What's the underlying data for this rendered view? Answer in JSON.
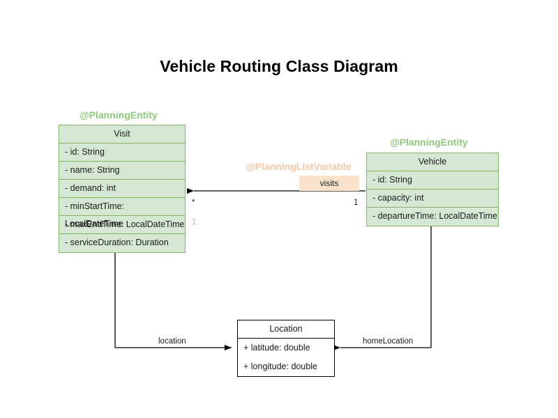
{
  "diagram": {
    "title": "Vehicle Routing Class Diagram",
    "colors": {
      "class_fill_green": "#d5e8d4",
      "class_border_green": "#82b366",
      "class_fill_plain": "#ffffff",
      "class_border_plain": "#000000",
      "stereotype_green": "#8fc97d",
      "stereotype_peach": "#f2c9a3",
      "badge_fill": "#fae3cd",
      "multiplicity_faded": "#c9a8d4",
      "connector": "#000000",
      "background": "#ffffff"
    }
  },
  "classes": {
    "visit": {
      "stereotype": "@PlanningEntity",
      "name": "Visit",
      "attributes": [
        "- id: String",
        "- name: String",
        "- demand: int",
        "- minStartTime: LocalDateTime",
        "- maxEndTime: LocalDateTime",
        "- serviceDuration: Duration"
      ]
    },
    "vehicle": {
      "stereotype": "@PlanningEntity",
      "name": "Vehicle",
      "attributes": [
        "- id: String",
        "- capacity: int",
        "- departureTime: LocalDateTime"
      ]
    },
    "location": {
      "stereotype": "",
      "name": "Location",
      "attributes": [
        "+ latitude: double",
        "+ longitude: double"
      ]
    }
  },
  "associations": {
    "visits": {
      "stereotype": "@PlanningListVariable",
      "badge_label": "visits",
      "source_multiplicity": "1",
      "target_multiplicity": "*",
      "target_multiplicity_alt": "1"
    },
    "visit_location": {
      "label": "location"
    },
    "vehicle_home_location": {
      "label": "homeLocation"
    }
  }
}
